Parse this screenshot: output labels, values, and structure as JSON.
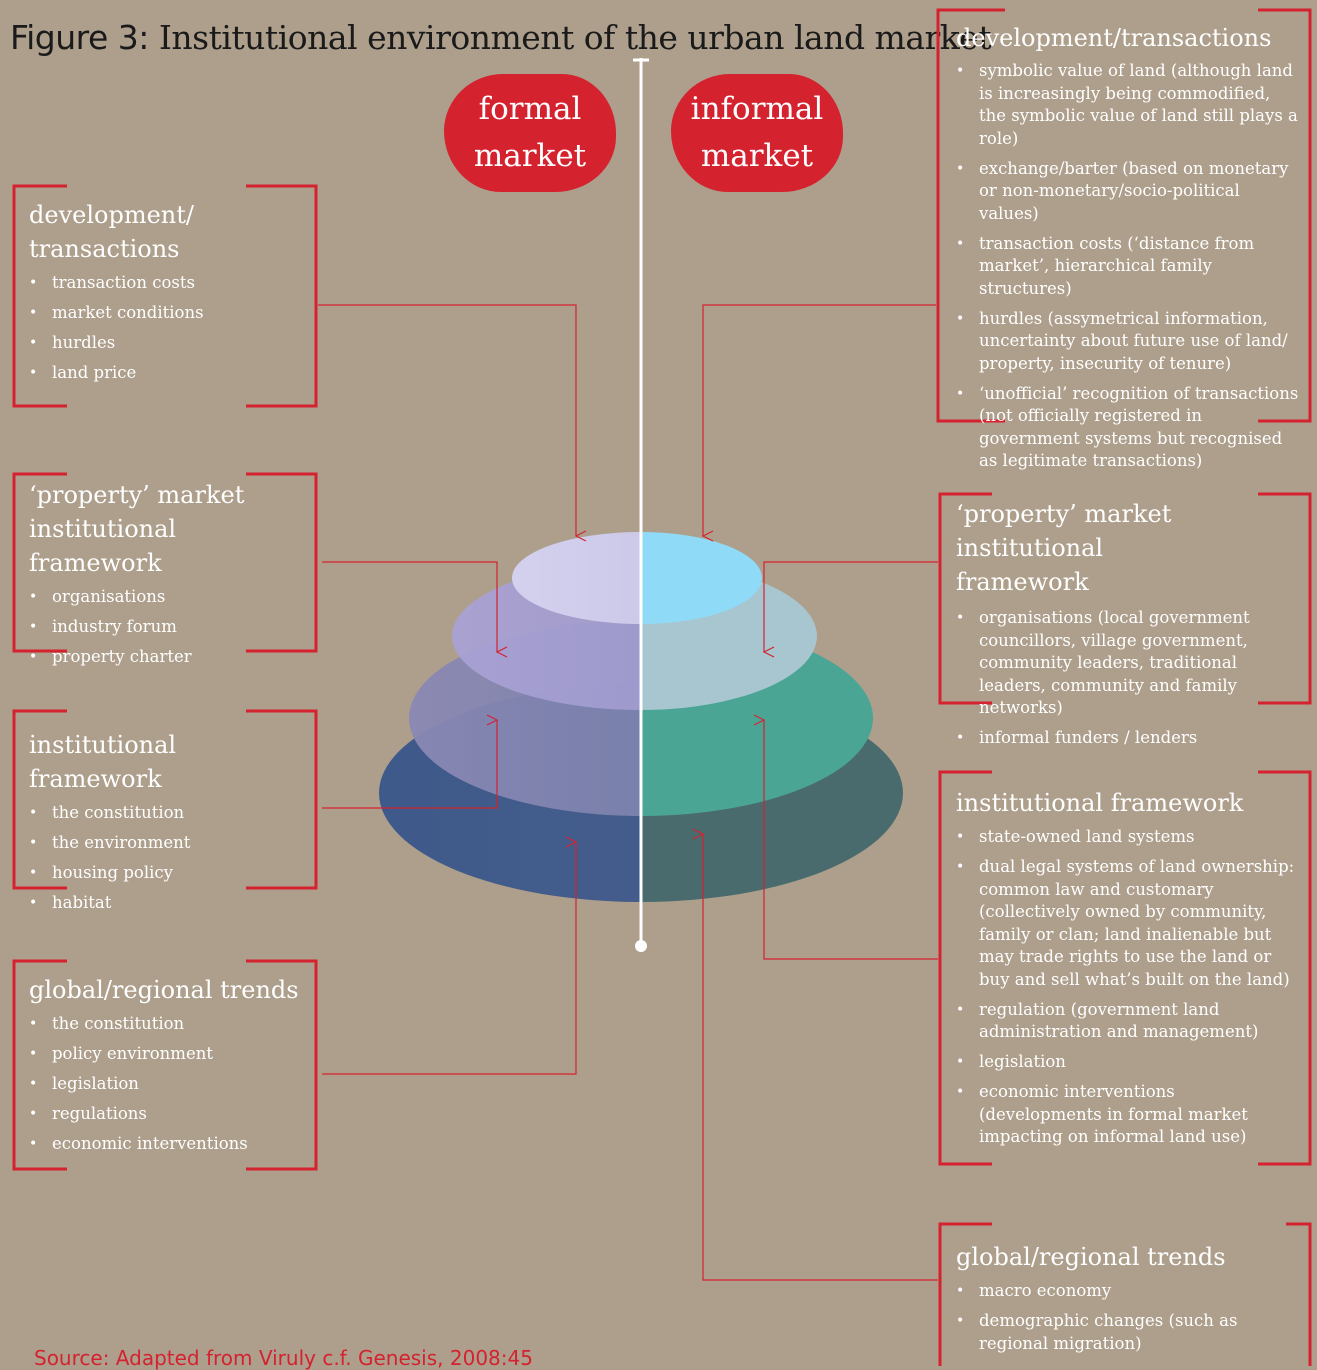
{
  "title": {
    "figure_label": "Figure 3:",
    "text": "Institutional environment of the urban land market"
  },
  "markets": {
    "formal": [
      "formal",
      "market"
    ],
    "informal": [
      "informal",
      "market"
    ]
  },
  "left": [
    {
      "heading": [
        "development/",
        "transactions"
      ],
      "items": [
        "transaction costs",
        "market conditions",
        "hurdles",
        "land price"
      ]
    },
    {
      "heading": [
        "‘property’ market",
        "institutional framework"
      ],
      "items": [
        "organisations",
        "industry forum",
        "property charter"
      ]
    },
    {
      "heading": [
        "institutional framework"
      ],
      "items": [
        "the constitution",
        "the environment",
        "housing policy",
        "habitat"
      ]
    },
    {
      "heading": [
        "global/regional trends"
      ],
      "items": [
        "the constitution",
        "policy environment",
        "legislation",
        "regulations",
        "economic interventions"
      ]
    }
  ],
  "right": [
    {
      "heading": [
        "development/transactions"
      ],
      "items": [
        "symbolic value of land (although land is increasingly being commodified, the symbolic value of land still plays a role)",
        "exchange/barter (based on monetary or non-monetary/socio-political values)",
        "transaction costs (‘distance from market’, hierarchical family structures)",
        "hurdles (assymetrical information, uncertainty about future use of land/ property, insecurity of tenure)",
        "‘unofficial’ recognition of transactions (not officially registered in government systems but recognised as legitimate transactions)"
      ]
    },
    {
      "heading": [
        "‘property’ market institutional",
        "framework"
      ],
      "items": [
        "organisations (local government councillors, village government, community leaders, traditional leaders, community and family networks)",
        "informal funders / lenders"
      ]
    },
    {
      "heading": [
        "institutional framework"
      ],
      "items": [
        "state-owned land systems",
        "dual legal systems of land ownership: common law and customary (collectively owned by community, family or clan; land inalienable but may trade rights to use the land or buy and sell what’s built on the land)",
        "regulation (government land administration and management)",
        "legislation",
        "economic interventions (developments in formal market impacting on informal land use)"
      ]
    },
    {
      "heading": [
        "global/regional trends"
      ],
      "items": [
        "macro economy",
        "demographic changes (such as regional migration)"
      ]
    }
  ],
  "source": {
    "label": "Source:",
    "text": "Adapted from Viruly c.f. Genesis, 2008:45"
  },
  "colors": {
    "accent": "#d4222f",
    "background": "#ae9f8c"
  }
}
